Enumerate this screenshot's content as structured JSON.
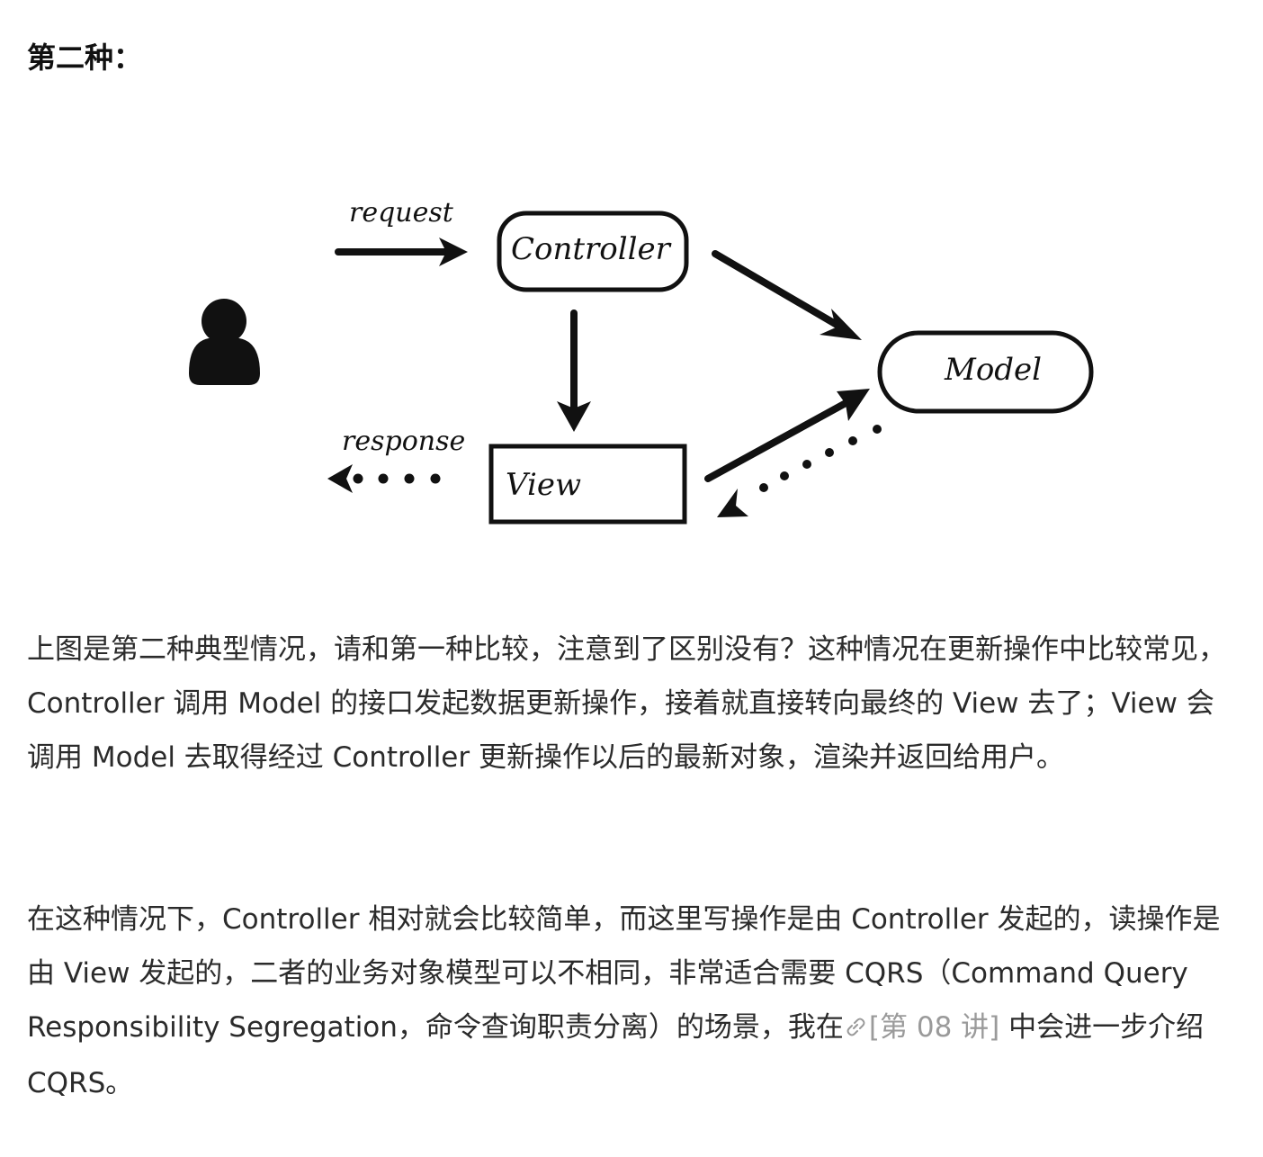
{
  "heading": "第二种：",
  "diagram": {
    "request_label": "request",
    "response_label": "response",
    "controller_label": "Controller",
    "model_label": "Model",
    "view_label": "View"
  },
  "paragraph1": "上图是第二种典型情况，请和第一种比较，注意到了区别没有？这种情况在更新操作中比较常见，Controller 调用 Model 的接口发起数据更新操作，接着就直接转向最终的 View 去了；View 会调用 Model 去取得经过 Controller 更新操作以后的最新对象，渲染并返回给用户。",
  "paragraph2": {
    "text_before_link": "在这种情况下，Controller 相对就会比较简单，而这里写操作是由 Controller 发起的，读操作是由 View 发起的，二者的业务对象模型可以不相同，非常适合需要 CQRS（Command Query Responsibility Segregation，命令查询职责分离）的场景，我在",
    "link_text": "[第 08 讲]",
    "text_after_link": " 中会进一步介绍 CQRS。"
  }
}
